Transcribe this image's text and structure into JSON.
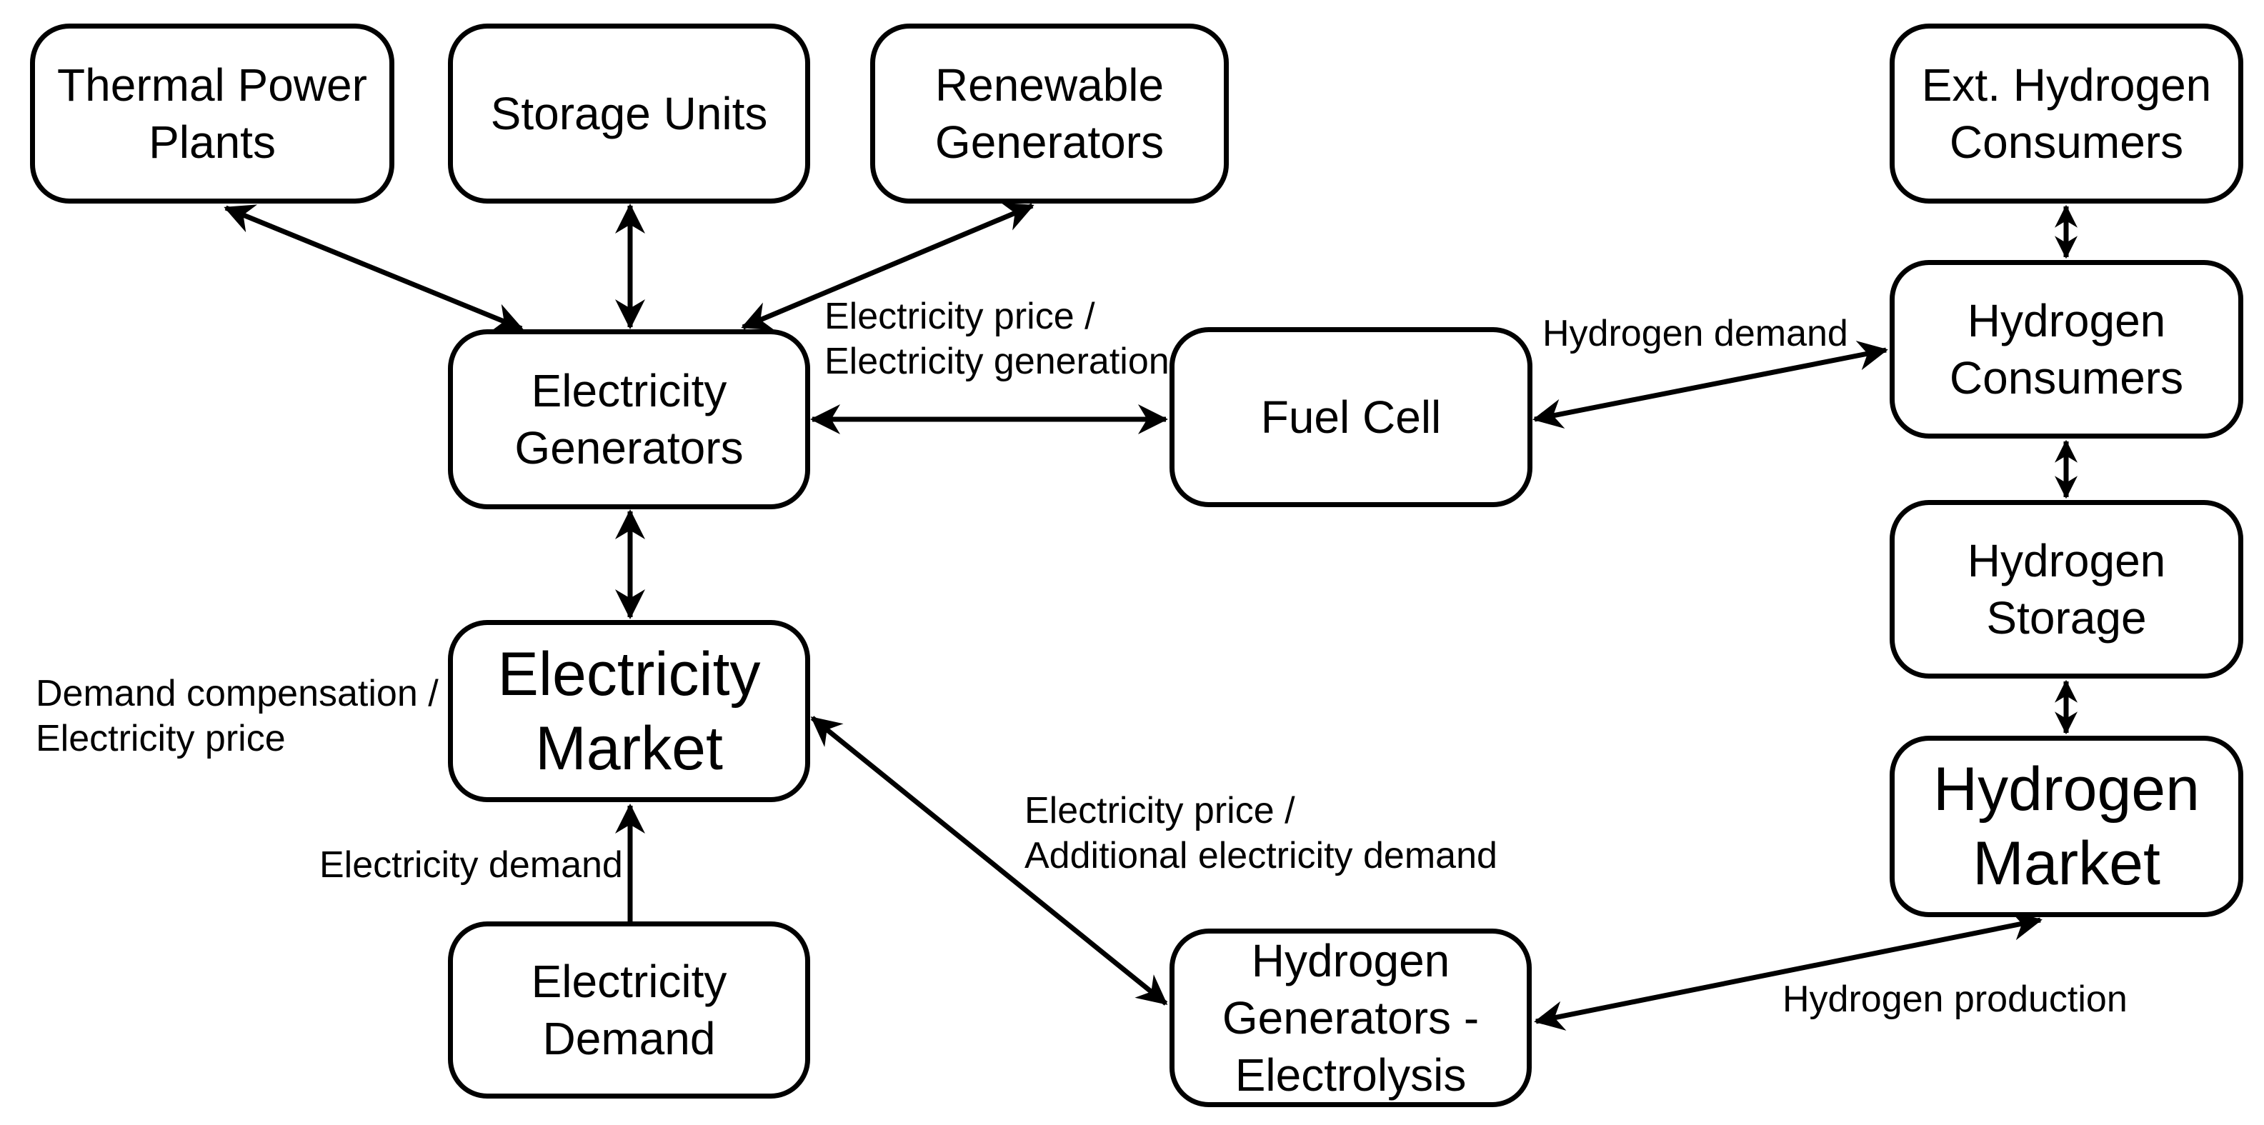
{
  "canvas": {
    "background_color": "#ffffff",
    "line_color": "#000000",
    "text_color": "#000000"
  },
  "nodes": {
    "thermal_power_plants": {
      "lines": [
        "Thermal Power",
        "Plants"
      ]
    },
    "storage_units": {
      "lines": [
        "Storage Units"
      ]
    },
    "renewable_generators": {
      "lines": [
        "Renewable",
        "Generators"
      ]
    },
    "ext_hydrogen_consumers": {
      "lines": [
        "Ext. Hydrogen",
        "Consumers"
      ]
    },
    "electricity_generators": {
      "lines": [
        "Electricity",
        "Generators"
      ]
    },
    "fuel_cell": {
      "lines": [
        "Fuel Cell"
      ]
    },
    "hydrogen_consumers": {
      "lines": [
        "Hydrogen",
        "Consumers"
      ]
    },
    "hydrogen_storage": {
      "lines": [
        "Hydrogen",
        "Storage"
      ]
    },
    "hydrogen_market": {
      "lines": [
        "Hydrogen",
        "Market"
      ]
    },
    "electricity_market": {
      "lines": [
        "Electricity",
        "Market"
      ]
    },
    "electricity_demand": {
      "lines": [
        "Electricity",
        "Demand"
      ]
    },
    "hydrogen_generators_electrolysis": {
      "lines": [
        "Hydrogen",
        "Generators -",
        "Electrolysis"
      ]
    }
  },
  "edge_labels": {
    "electricity_price_generation": {
      "lines": [
        "Electricity price /",
        "Electricity generation"
      ]
    },
    "hydrogen_demand": {
      "lines": [
        "Hydrogen demand"
      ]
    },
    "demand_compensation_price": {
      "lines": [
        "Demand compensation /",
        "Electricity price"
      ]
    },
    "electricity_demand": {
      "lines": [
        "Electricity demand"
      ]
    },
    "electricity_price_additional_demand": {
      "lines": [
        "Electricity price /",
        "Additional electricity demand"
      ]
    },
    "hydrogen_production": {
      "lines": [
        "Hydrogen production"
      ]
    }
  }
}
